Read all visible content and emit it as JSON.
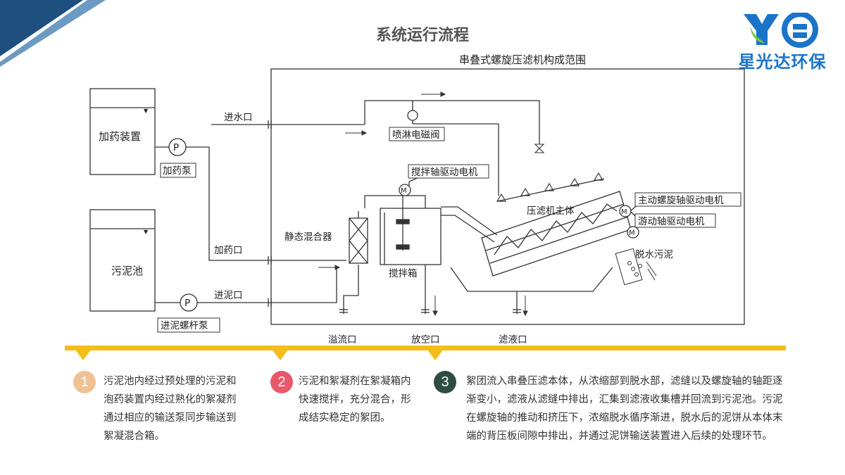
{
  "page_title": "系统运行流程",
  "brand": {
    "logo_text": "星光达环保",
    "accent_color": "#1b74c8",
    "mark_icon": "xgd-leaf-logo-icon"
  },
  "diagram": {
    "scope_label": "串叠式螺旋压滤机构成范围",
    "dosing_unit": "加药装置",
    "dosing_pump": "加药泵",
    "sludge_tank": "污泥池",
    "screw_pump": "进泥螺杆泵",
    "water_inlet": "进水口",
    "spray_valve": "喷淋电磁阀",
    "agitator_motor": "搅拌轴驱动电机",
    "static_mixer": "静态混合器",
    "dosing_port": "加药口",
    "sludge_inlet": "进泥口",
    "mixing_tank": "搅拌箱",
    "press_body": "压滤机主体",
    "main_screw_motor": "主动螺旋轴驱动电机",
    "floating_shaft_motor": "游动轴驱动电机",
    "dewatered_sludge": "脱水污泥",
    "overflow_outlet": "溢流口",
    "drain_outlet": "放空口",
    "filtrate_outlet": "滤液口",
    "pump_symbol": "P",
    "motor_symbol": "M",
    "tank_mark": "▼"
  },
  "steps": [
    {
      "number": "1",
      "color": "#f0c195",
      "text": "污泥池内经过预处理的污泥和泡药装置内经过熟化的絮凝剂通过相应的输送泵同步输送到絮凝混合箱。"
    },
    {
      "number": "2",
      "color": "#e8586a",
      "text": "污泥和絮凝剂在絮凝箱内快速搅拌，充分混合，形成结实稳定的絮团。"
    },
    {
      "number": "3",
      "color": "#2e4d42",
      "text": "絮团流入串叠压滤本体，从浓缩部到脱水部，滤缝以及螺旋轴的轴距逐渐变小，滤液从滤缝中排出，汇集到滤液收集槽并回流到污泥池。污泥在螺旋轴的推动和挤压下，浓缩脱水循序渐进，脱水后的泥饼从本体末端的背压板间隙中排出，并通过泥饼输送装置进入后续的处理环节。"
    }
  ]
}
